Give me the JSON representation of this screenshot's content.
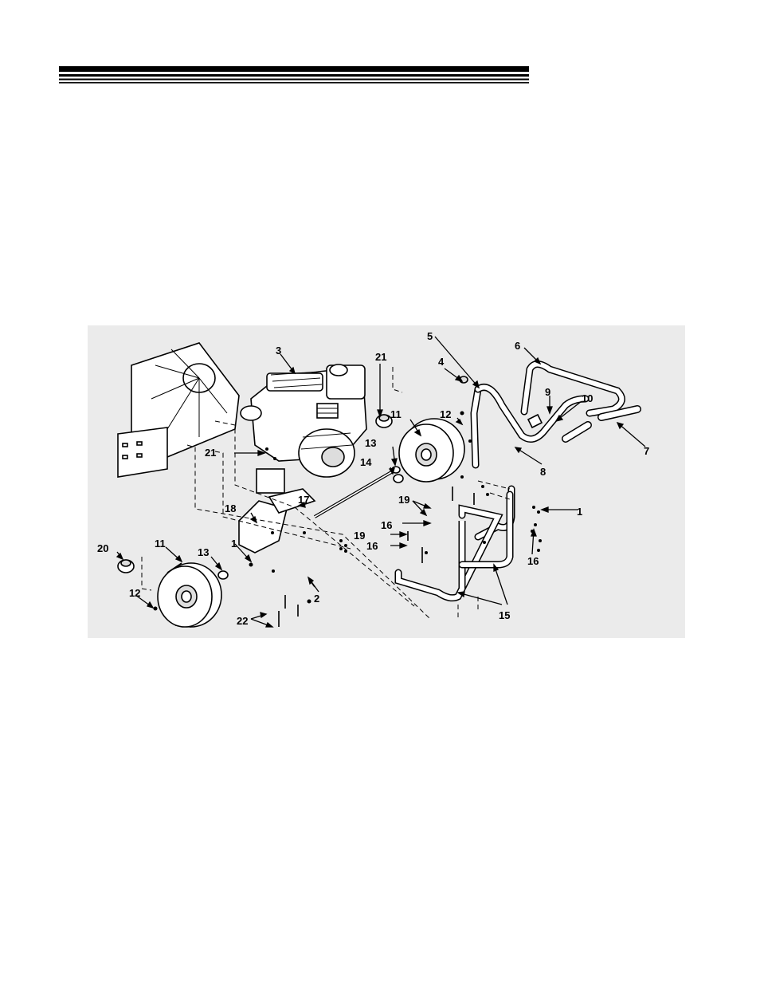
{
  "callouts": {
    "c1a": "1",
    "c1b": "1",
    "c2": "2",
    "c3": "3",
    "c4": "4",
    "c5": "5",
    "c6": "6",
    "c7": "7",
    "c8": "8",
    "c9": "9",
    "c10": "10",
    "c11a": "11",
    "c11b": "11",
    "c12a": "12",
    "c12b": "12",
    "c13a": "13",
    "c13b": "13",
    "c14": "14",
    "c15": "15",
    "c16a": "16",
    "c16b": "16",
    "c16c": "16",
    "c17": "17",
    "c18": "18",
    "c19a": "19",
    "c19b": "19",
    "c20": "20",
    "c21a": "21",
    "c21b": "21",
    "c22": "22"
  },
  "colors": {
    "ink": "#000000",
    "paper": "#ffffff",
    "shade": "#e8e8e8"
  }
}
